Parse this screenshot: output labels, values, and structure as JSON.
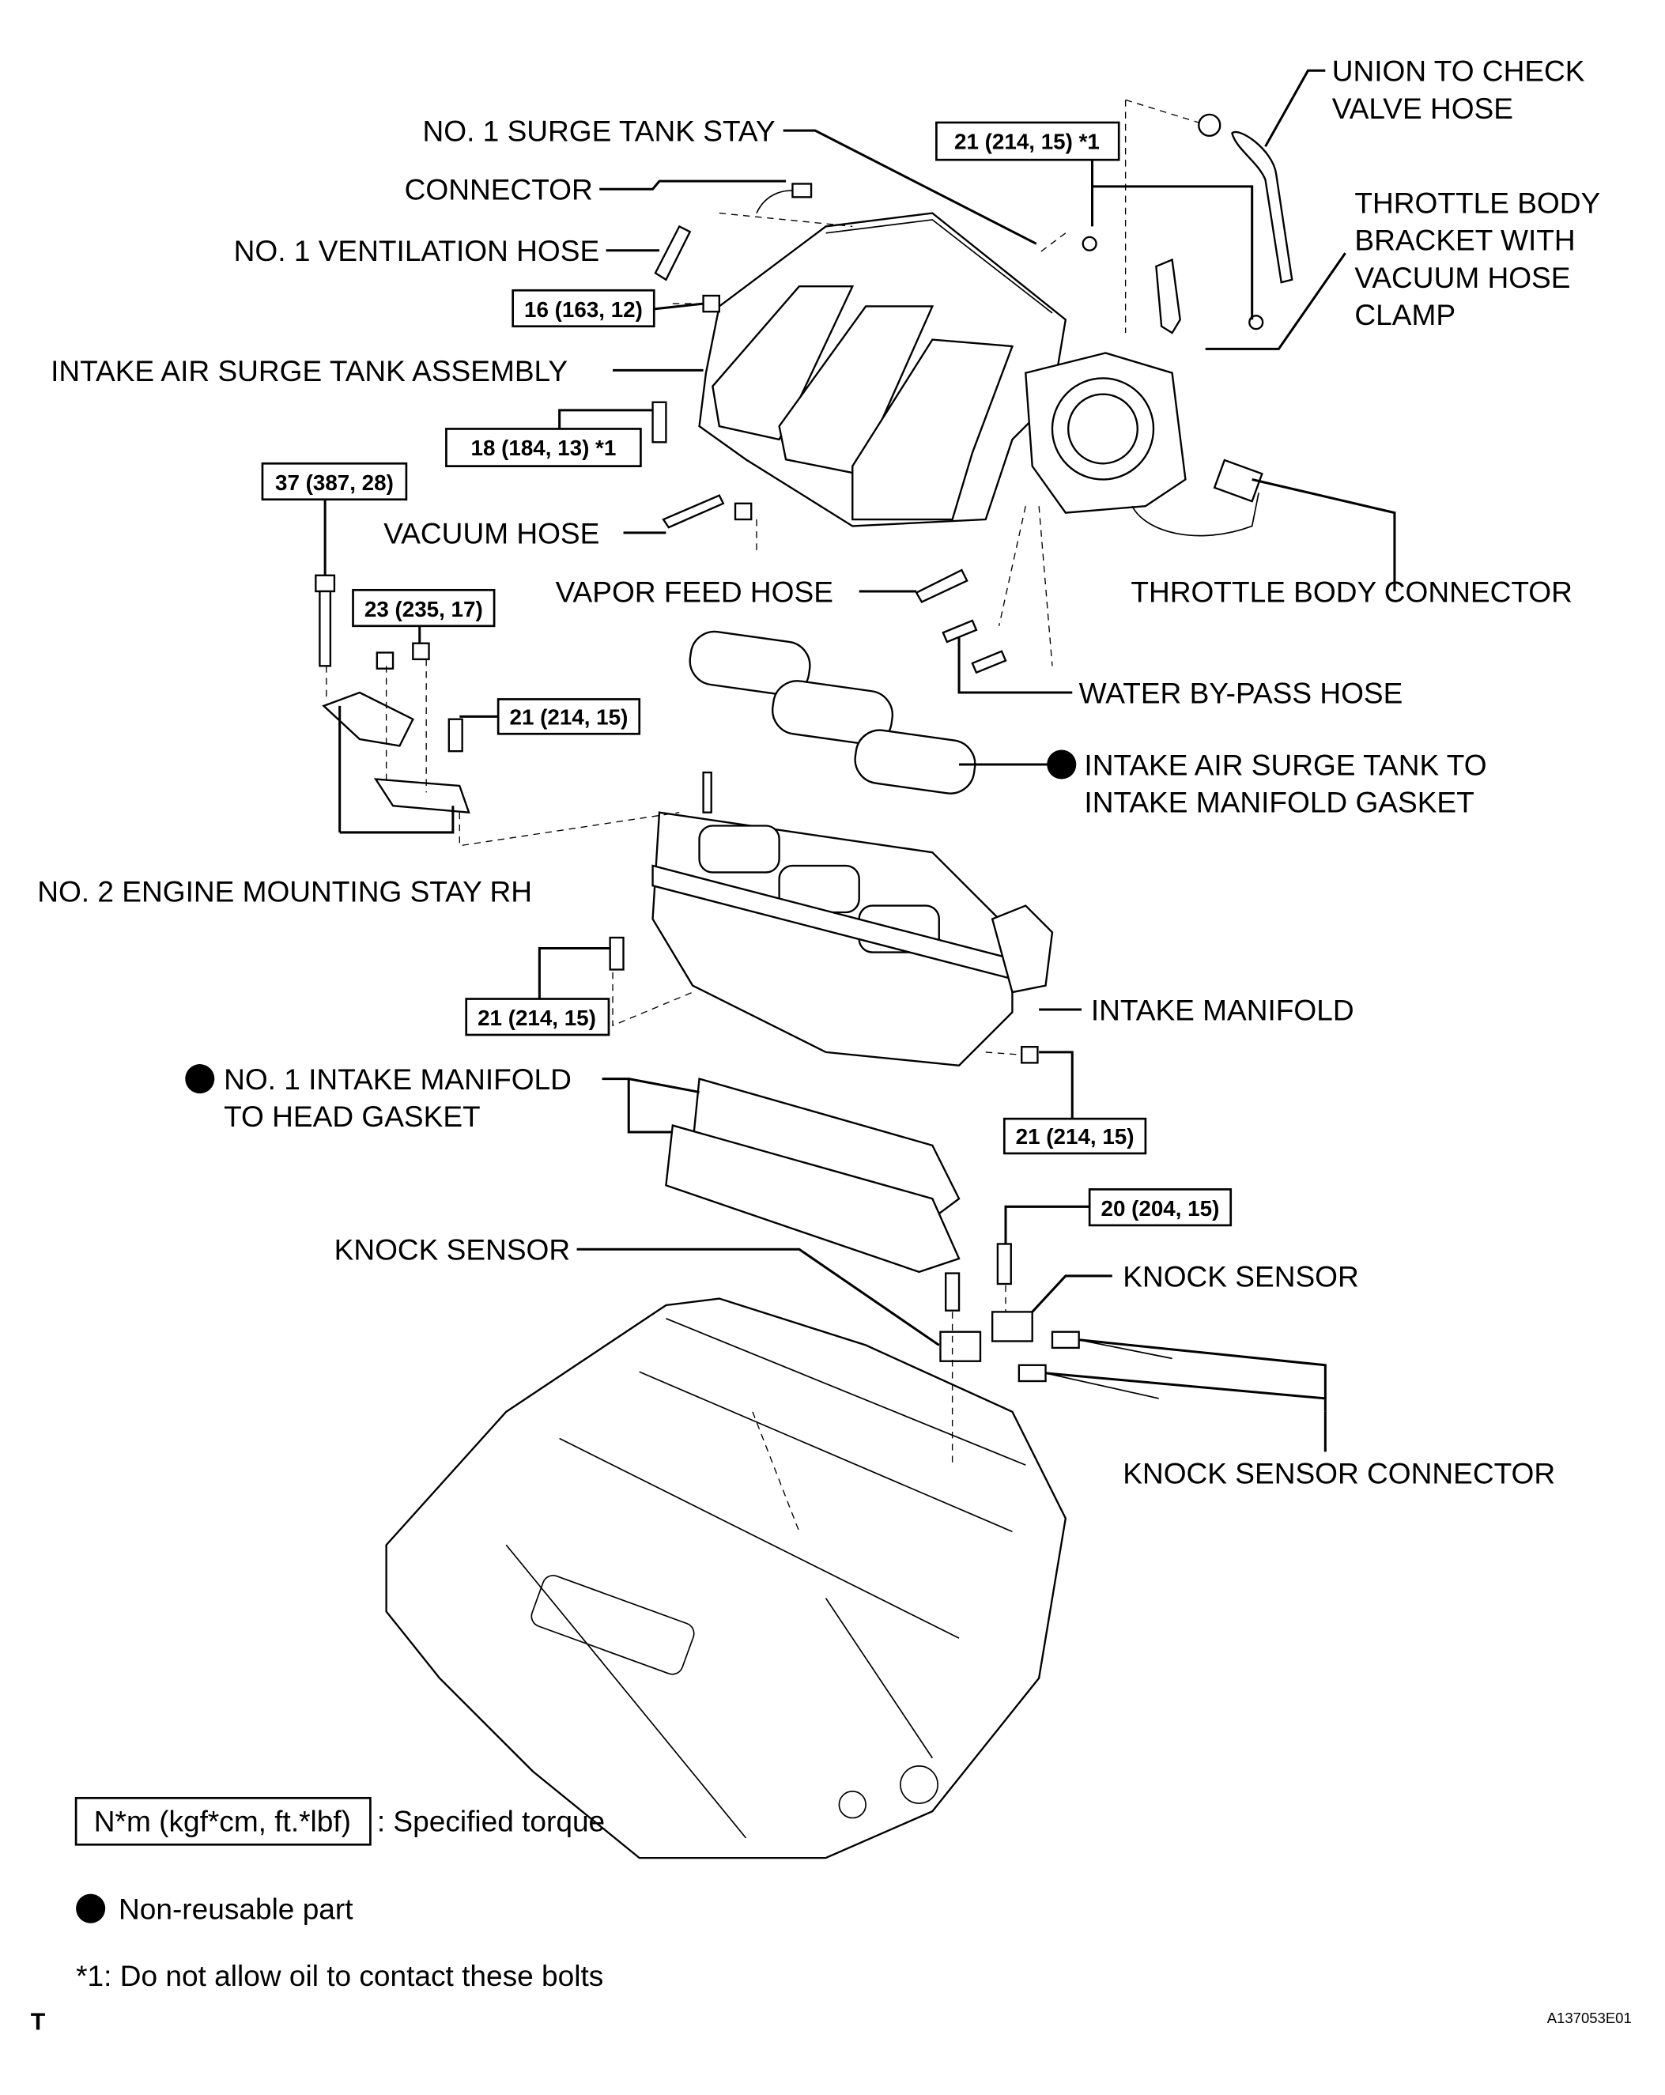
{
  "labels": {
    "union_hose": [
      "UNION TO CHECK",
      "VALVE HOSE"
    ],
    "surge_tank_stay": "NO. 1 SURGE TANK STAY",
    "throttle_bracket": [
      "THROTTLE BODY",
      "BRACKET WITH",
      "VACUUM HOSE",
      "CLAMP"
    ],
    "connector": "CONNECTOR",
    "ventilation_hose": "NO. 1 VENTILATION HOSE",
    "surge_tank_assembly": "INTAKE AIR SURGE TANK ASSEMBLY",
    "vacuum_hose": "VACUUM HOSE",
    "vapor_feed_hose": "VAPOR FEED HOSE",
    "throttle_body_connector": "THROTTLE BODY CONNECTOR",
    "water_bypass_hose": "WATER BY-PASS HOSE",
    "surge_tank_gasket": [
      "INTAKE AIR SURGE TANK TO",
      "INTAKE MANIFOLD GASKET"
    ],
    "engine_mounting_stay": "NO. 2 ENGINE MOUNTING STAY RH",
    "intake_manifold": "INTAKE MANIFOLD",
    "head_gasket": [
      "NO. 1 INTAKE MANIFOLD",
      "TO HEAD GASKET"
    ],
    "knock_sensor_left": "KNOCK SENSOR",
    "knock_sensor_right": "KNOCK SENSOR",
    "knock_sensor_connector": "KNOCK SENSOR CONNECTOR"
  },
  "torques": {
    "t1": "21 (214, 15) *1",
    "t2": "16 (163, 12)",
    "t3": "18 (184, 13) *1",
    "t4": "37 (387, 28)",
    "t5": "23 (235, 17)",
    "t6": "21 (214, 15)",
    "t7": "21 (214, 15)",
    "t8": "21 (214, 15)",
    "t9": "20 (204, 15)"
  },
  "legend": {
    "torque_unit": "N*m (kgf*cm, ft.*lbf)",
    "torque_desc": ": Specified torque",
    "nonreusable": "Non-reusable part",
    "note": "*1: Do not allow oil to contact these bolts"
  },
  "footer": {
    "left_mark": "T",
    "figure_code": "A137053E01"
  },
  "icons": {
    "nonreusable_marker": "filled-circle"
  }
}
